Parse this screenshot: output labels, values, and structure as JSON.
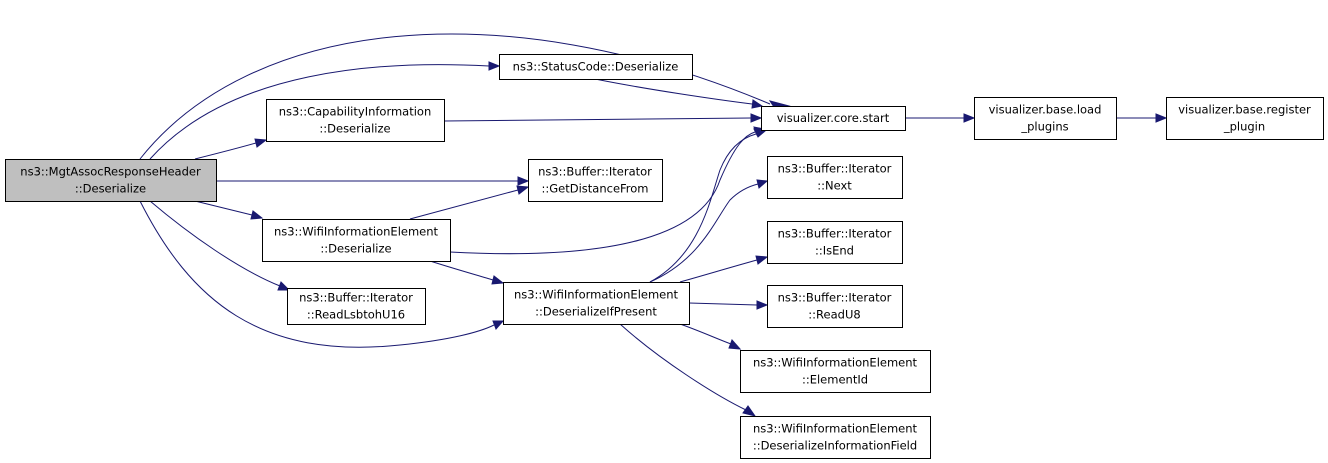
{
  "graph": {
    "nodes": [
      {
        "id": "root",
        "lines": [
          "ns3::MgtAssocResponseHeader",
          "::Deserialize"
        ],
        "root": true
      },
      {
        "id": "status",
        "lines": [
          "ns3::StatusCode::Deserialize"
        ]
      },
      {
        "id": "capinfo",
        "lines": [
          "ns3::CapabilityInformation",
          "::Deserialize"
        ]
      },
      {
        "id": "getdist",
        "lines": [
          "ns3::Buffer::Iterator",
          "::GetDistanceFrom"
        ]
      },
      {
        "id": "wifideser",
        "lines": [
          "ns3::WifiInformationElement",
          "::Deserialize"
        ]
      },
      {
        "id": "readlsb",
        "lines": [
          "ns3::Buffer::Iterator",
          "::ReadLsbtohU16"
        ]
      },
      {
        "id": "ifpresent",
        "lines": [
          "ns3::WifiInformationElement",
          "::DeserializeIfPresent"
        ]
      },
      {
        "id": "vcstart",
        "lines": [
          "visualizer.core.start"
        ]
      },
      {
        "id": "next",
        "lines": [
          "ns3::Buffer::Iterator",
          "::Next"
        ]
      },
      {
        "id": "isend",
        "lines": [
          "ns3::Buffer::Iterator",
          "::IsEnd"
        ]
      },
      {
        "id": "readu8",
        "lines": [
          "ns3::Buffer::Iterator",
          "::ReadU8"
        ]
      },
      {
        "id": "elemid",
        "lines": [
          "ns3::WifiInformationElement",
          "::ElementId"
        ]
      },
      {
        "id": "deserinfo",
        "lines": [
          "ns3::WifiInformationElement",
          "::DeserializeInformationField"
        ]
      },
      {
        "id": "loadplugins",
        "lines": [
          "visualizer.base.load",
          "_plugins"
        ]
      },
      {
        "id": "regplugin",
        "lines": [
          "visualizer.base.register",
          "_plugin"
        ]
      }
    ],
    "edges": [
      {
        "from": "root",
        "to": "vcstart"
      },
      {
        "from": "root",
        "to": "status"
      },
      {
        "from": "root",
        "to": "capinfo"
      },
      {
        "from": "root",
        "to": "getdist"
      },
      {
        "from": "root",
        "to": "wifideser"
      },
      {
        "from": "root",
        "to": "readlsb"
      },
      {
        "from": "root",
        "to": "ifpresent"
      },
      {
        "from": "status",
        "to": "vcstart"
      },
      {
        "from": "capinfo",
        "to": "vcstart"
      },
      {
        "from": "wifideser",
        "to": "getdist"
      },
      {
        "from": "wifideser",
        "to": "vcstart"
      },
      {
        "from": "wifideser",
        "to": "ifpresent"
      },
      {
        "from": "ifpresent",
        "to": "vcstart"
      },
      {
        "from": "ifpresent",
        "to": "next"
      },
      {
        "from": "ifpresent",
        "to": "isend"
      },
      {
        "from": "ifpresent",
        "to": "readu8"
      },
      {
        "from": "ifpresent",
        "to": "elemid"
      },
      {
        "from": "ifpresent",
        "to": "deserinfo"
      },
      {
        "from": "vcstart",
        "to": "loadplugins"
      },
      {
        "from": "loadplugins",
        "to": "regplugin"
      }
    ],
    "colors": {
      "edge": "#191970",
      "root_fill": "#bfbfbf",
      "node_fill": "#ffffff",
      "border": "#000000"
    }
  }
}
